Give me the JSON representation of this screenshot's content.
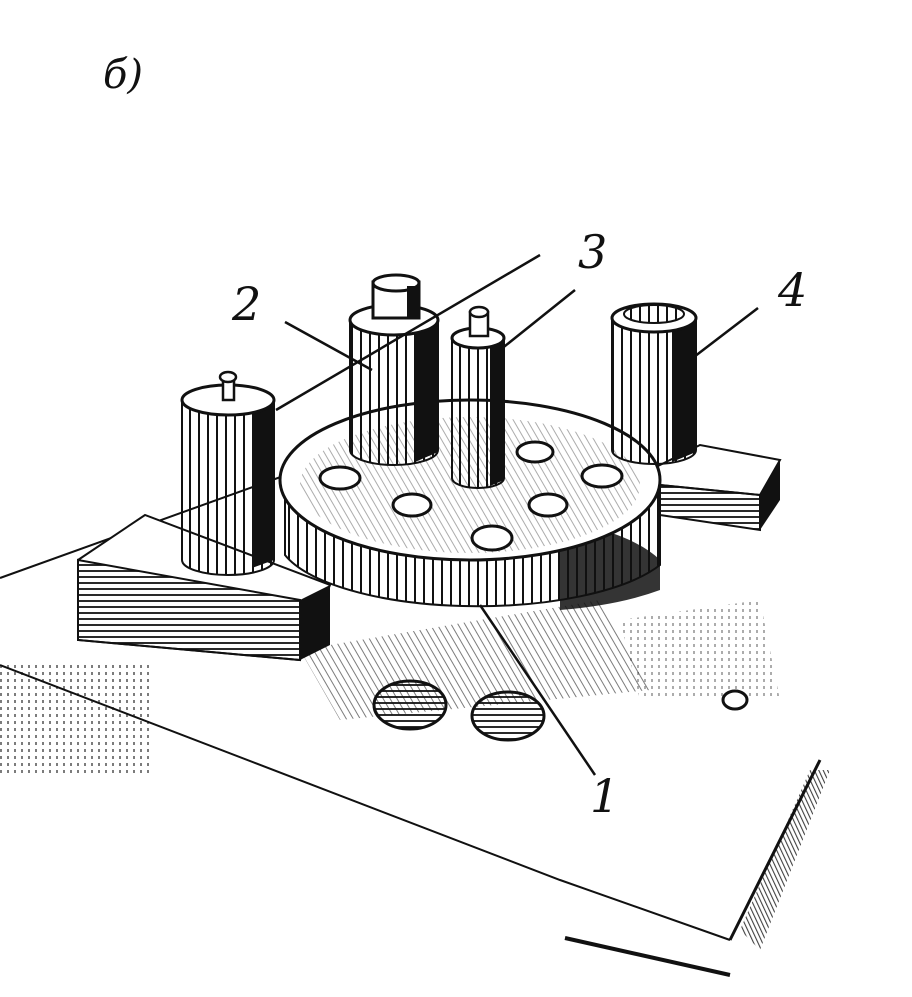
{
  "figure": {
    "panel_label": "б)",
    "callouts": [
      {
        "id": "1",
        "text": "1"
      },
      {
        "id": "2",
        "text": "2"
      },
      {
        "id": "3",
        "text": "3"
      },
      {
        "id": "4",
        "text": "4"
      }
    ]
  },
  "colors": {
    "ink": "#111111",
    "paper": "#ffffff"
  }
}
